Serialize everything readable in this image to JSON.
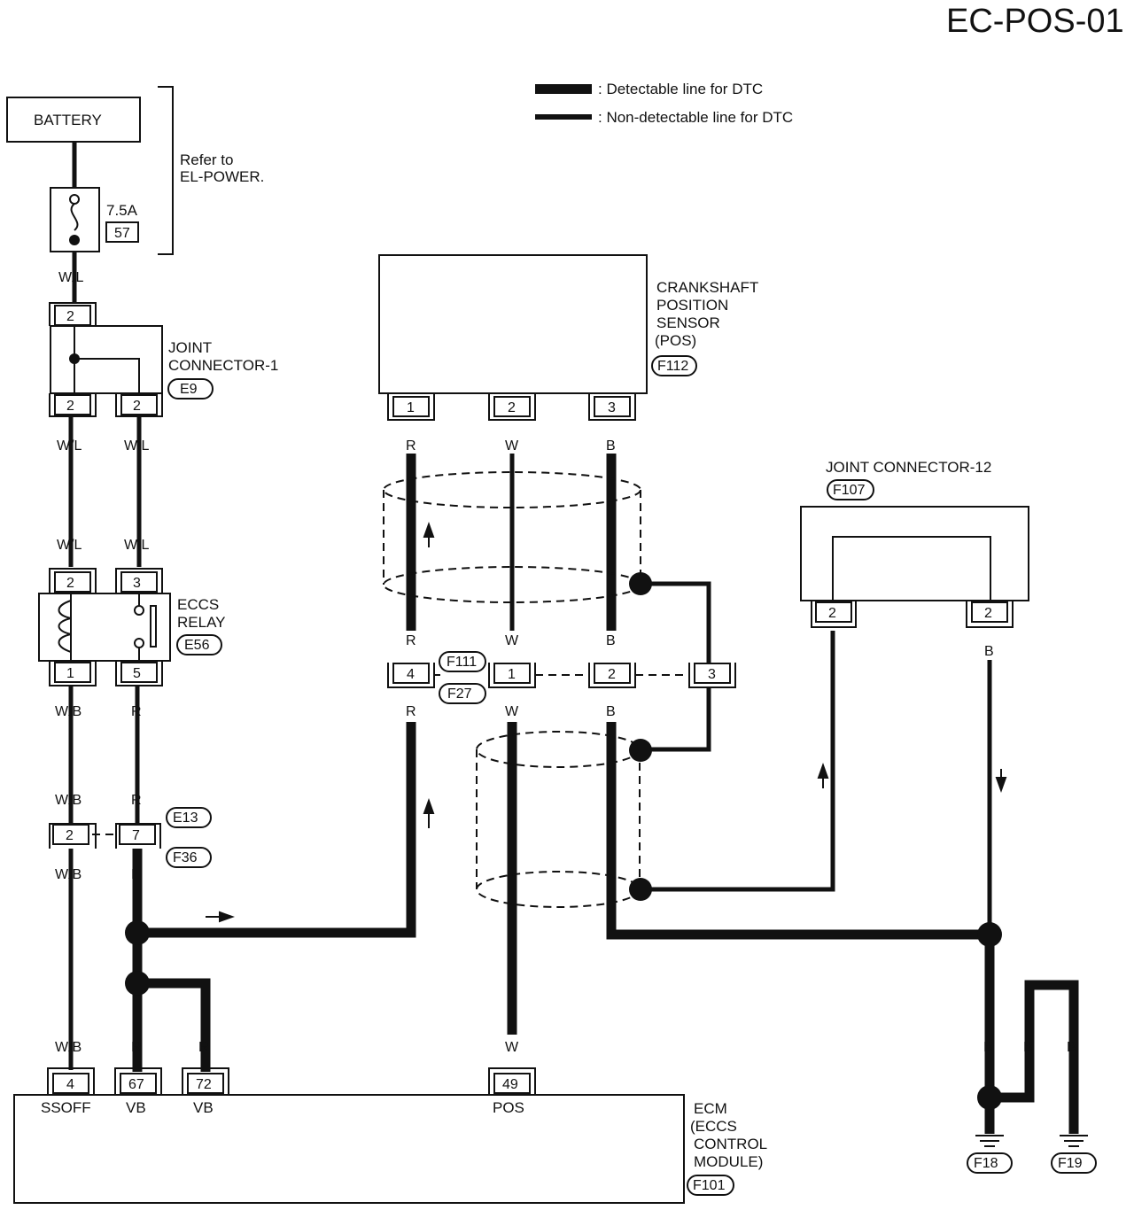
{
  "page_title": "EC-POS-01",
  "legend": {
    "detectable": ": Detectable line for DTC",
    "non_detectable": ": Non-detectable line for DTC"
  },
  "battery": {
    "label": "BATTERY",
    "note_line1": "Refer to",
    "note_line2": "EL-POWER."
  },
  "fuse": {
    "rating": "7.5A",
    "number": "57"
  },
  "joint_connector_1": {
    "line1": "JOINT",
    "line2": "CONNECTOR-1",
    "ref": "E9",
    "pin_top": "2",
    "pin_left": "2",
    "pin_right": "2"
  },
  "eccs_relay": {
    "line1": "ECCS",
    "line2": "RELAY",
    "ref": "E56",
    "pin_tl": "2",
    "pin_tr": "3",
    "pin_bl": "1",
    "pin_br": "5"
  },
  "crank_sensor": {
    "line1": "CRANKSHAFT",
    "line2": "POSITION",
    "line3": "SENSOR",
    "line4": "(POS)",
    "ref": "F112",
    "pin1": "1",
    "pin2": "2",
    "pin3": "3"
  },
  "joint_connector_12": {
    "label": "JOINT CONNECTOR-12",
    "ref": "F107",
    "pin_left": "2",
    "pin_right": "2"
  },
  "connector_f111": {
    "ref_top": "F111",
    "ref_bottom": "F27",
    "pin_a": "4",
    "pin_b": "1",
    "pin_c": "2",
    "pin_d": "3"
  },
  "connector_e13": {
    "ref_top": "E13",
    "ref_bottom": "F36",
    "pin_a": "2",
    "pin_b": "7"
  },
  "ecm": {
    "line1": "ECM",
    "line2": "(ECCS",
    "line3": "CONTROL",
    "line4": "MODULE)",
    "ref": "F101",
    "pins": [
      {
        "num": "4",
        "name": "SSOFF"
      },
      {
        "num": "67",
        "name": "VB"
      },
      {
        "num": "72",
        "name": "VB"
      },
      {
        "num": "49",
        "name": "POS"
      }
    ]
  },
  "grounds": {
    "left": "F18",
    "right": "F19"
  },
  "wire_colors": {
    "wl": "W/L",
    "wb": "W/B",
    "r": "R",
    "w": "W",
    "b": "B"
  }
}
